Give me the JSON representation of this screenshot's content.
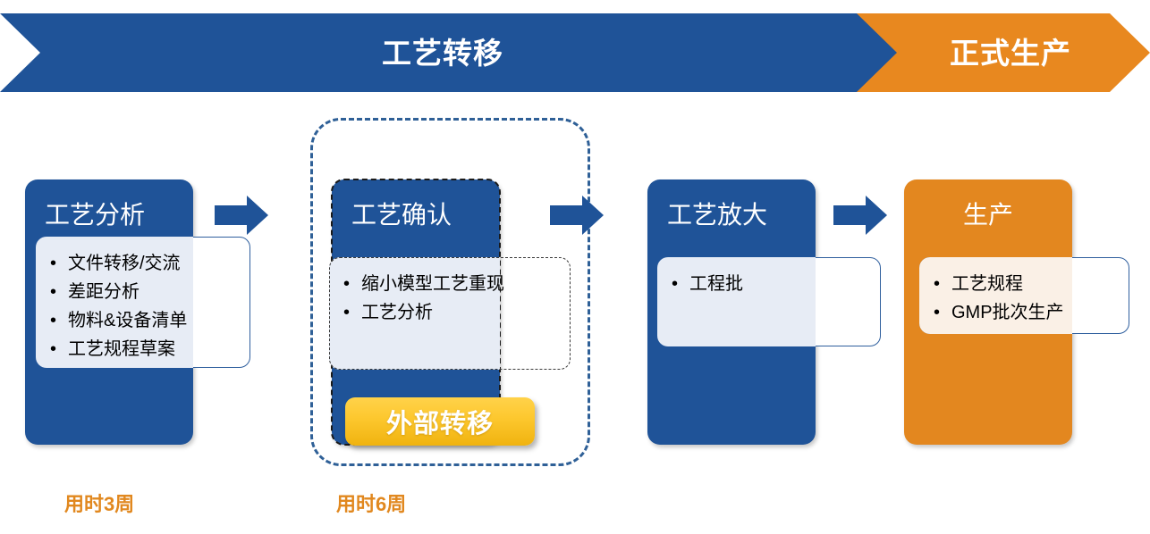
{
  "banner": {
    "phases": [
      {
        "label": "工艺转移",
        "color": "#1f5398",
        "name": "process-transfer"
      },
      {
        "label": "正式生产",
        "color": "#e8881f",
        "name": "formal-production"
      }
    ]
  },
  "stages": [
    {
      "id": "process-analysis",
      "title": "工艺分析",
      "color": "#1f5398",
      "bullets": [
        "文件转移/交流",
        "差距分析",
        "物料&设备清单",
        "工艺规程草案"
      ],
      "box_style": "solid-blue-tint"
    },
    {
      "id": "process-confirmation",
      "title": "工艺确认",
      "color": "#1f5398",
      "bullets": [
        "缩小模型工艺重现",
        "工艺分析"
      ],
      "box_style": "dashed-blue-tint",
      "badge": "外部转移"
    },
    {
      "id": "process-scaleup",
      "title": "工艺放大",
      "color": "#1f5398",
      "bullets": [
        "工程批"
      ],
      "box_style": "solid-blue-tint"
    },
    {
      "id": "production",
      "title": "生产",
      "color": "#e3871f",
      "bullets": [
        "工艺规程",
        "GMP批次生产"
      ],
      "box_style": "solid-cream-tint"
    }
  ],
  "arrows": [
    {
      "name": "arrow-analysis-to-confirmation"
    },
    {
      "name": "arrow-confirmation-to-scaleup"
    },
    {
      "name": "arrow-scaleup-to-production"
    }
  ],
  "durations": [
    {
      "label": "用时3周",
      "stage": "process-analysis"
    },
    {
      "label": "用时6周",
      "stage": "process-confirmation"
    }
  ],
  "colors": {
    "blue": "#1f5398",
    "orange": "#e3871f",
    "orange_banner": "#e8881f",
    "yellow_badge": "#fdc82f",
    "tint_blue": "#e7ecf5",
    "tint_cream": "#faf0e6",
    "duration_text": "#e1881f"
  }
}
